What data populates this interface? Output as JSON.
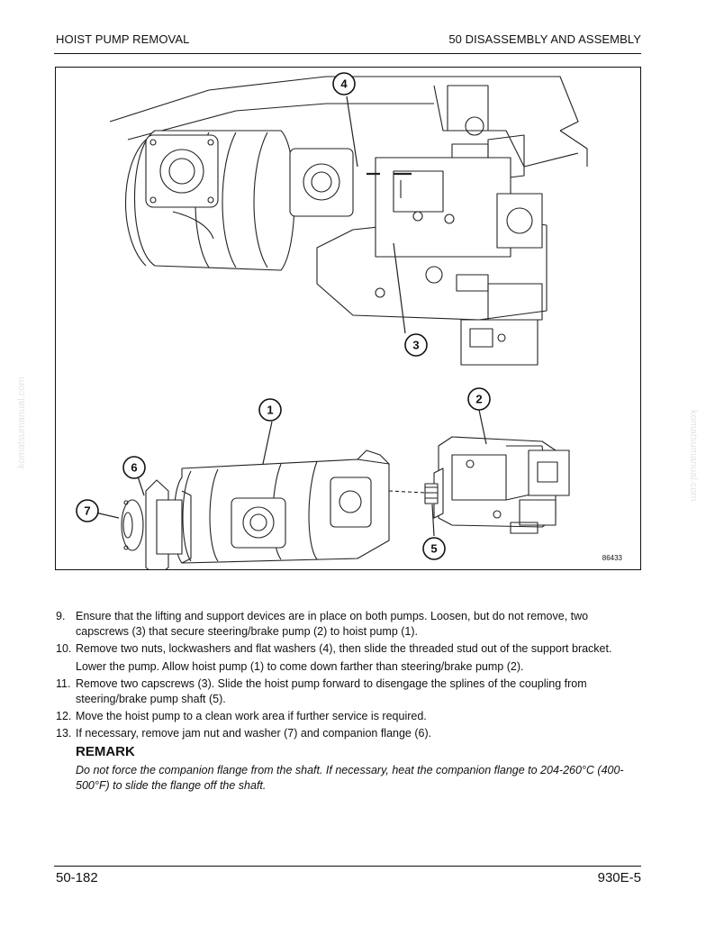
{
  "header": {
    "left": "HOIST PUMP REMOVAL",
    "right": "50 DISASSEMBLY AND ASSEMBLY"
  },
  "figure": {
    "number": "86433",
    "callouts": [
      "1",
      "2",
      "3",
      "4",
      "5",
      "6",
      "7"
    ]
  },
  "steps": [
    {
      "num": "9.",
      "text": "Ensure that the lifting and support devices are in place on both pumps. Loosen, but do not remove, two capscrews (3) that secure steering/brake pump (2) to hoist pump (1)."
    },
    {
      "num": "10.",
      "text": "Remove two nuts, lockwashers and flat washers (4), then slide the threaded stud out of the support bracket.",
      "cont": "Lower the pump. Allow hoist pump (1) to come down farther than steering/brake pump (2)."
    },
    {
      "num": "11.",
      "text": "Remove two capscrews (3). Slide the hoist pump forward to disengage the splines of the coupling from steering/brake pump shaft (5)."
    },
    {
      "num": "12.",
      "text": "Move the hoist pump to a clean work area if further service is required."
    },
    {
      "num": "13.",
      "text": "If necessary, remove jam nut and washer (7) and companion flange (6)."
    }
  ],
  "remark": {
    "title": "REMARK",
    "text": "Do not force the companion flange from the shaft. If necessary, heat the companion flange to 204-260°C (400- 500°F) to slide the flange off the shaft."
  },
  "footer": {
    "left": "50-182",
    "right": "930E-5"
  },
  "watermark": "komatsumanual.com"
}
